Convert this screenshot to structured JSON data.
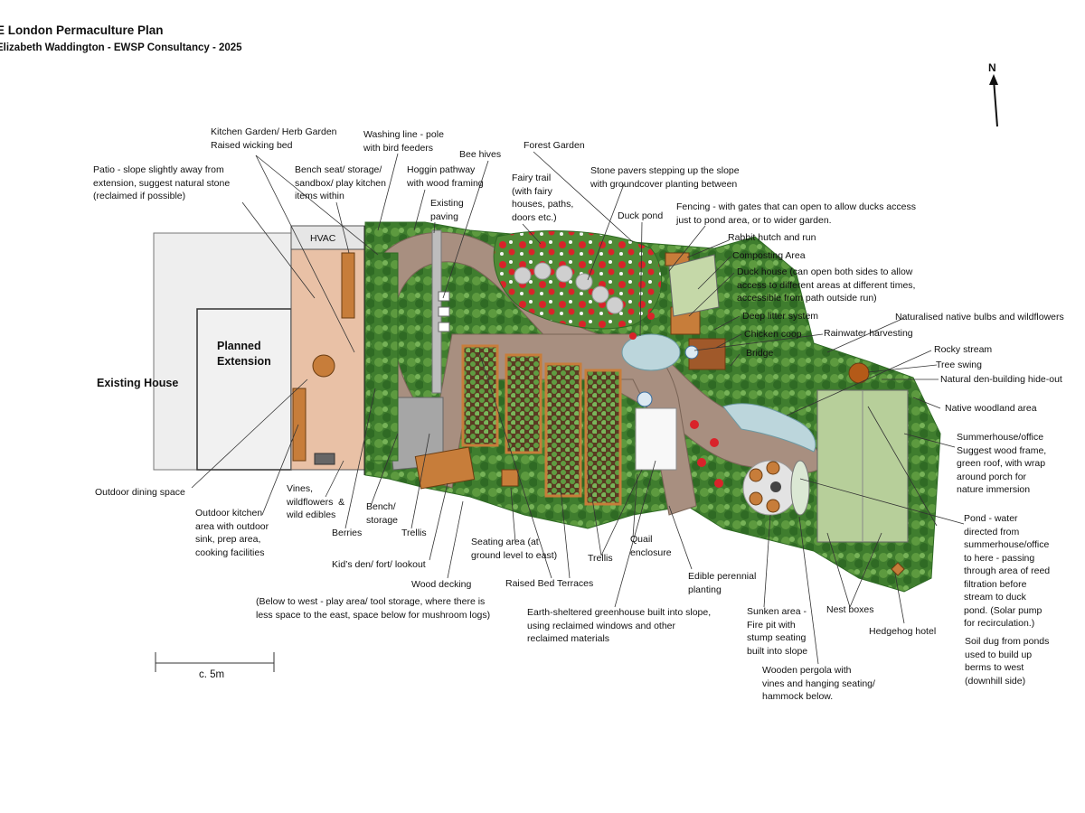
{
  "title": "E London Permaculture Plan",
  "subtitle": "Elizabeth Waddington - EWSP Consultancy - 2025",
  "north": "N",
  "scale_label": "c. 5m",
  "areas": {
    "existing_house": "Existing House",
    "planned_extension": "Planned\nExtension",
    "hvac": "HVAC"
  },
  "labels": {
    "patio": "Patio - slope slightly away from\nextension, suggest natural stone\n(reclaimed if possible)",
    "kitchen_garden": "Kitchen Garden/ Herb Garden\nRaised wicking bed",
    "washing_line": "Washing line - pole\nwith bird feeders",
    "bench_seat": "Bench seat/ storage/\nsandbox/ play kitchen\nitems within",
    "hoggin": "Hoggin pathway\nwith wood framing",
    "existing_paving": "Existing\npaving",
    "bee_hives": "Bee hives",
    "fairy_trail": "Fairy trail\n(with fairy\nhouses, paths,\ndoors etc.)",
    "forest_garden": "Forest Garden",
    "stone_pavers": "Stone pavers stepping up the slope\nwith groundcover planting between",
    "duck_pond": "Duck pond",
    "fencing": "Fencing - with gates that can open to allow ducks access\njust to pond area, or to wider garden.",
    "rabbit_hutch": "Rabbit hutch and run",
    "composting": "Composting Area",
    "duck_house": "Duck house (can open both sides to allow\naccess to different areas at different times,\naccessible from path outside run)",
    "deep_litter": "Deep litter system",
    "naturalised_bulbs": "Naturalised native bulbs and wildflowers",
    "chicken_coop": "Chicken coop",
    "rainwater": "Rainwater harvesting",
    "bridge": "Bridge",
    "rocky_stream": "Rocky stream",
    "tree_swing": "Tree swing",
    "den_hideout": "Natural den-building hide-out",
    "native_woodland": "Native woodland area",
    "summerhouse": "Summerhouse/office\nSuggest wood frame,\ngreen roof, with wrap\naround porch for\nnature immersion",
    "outdoor_dining": "Outdoor dining space",
    "outdoor_kitchen": "Outdoor kitchen\narea with outdoor\nsink, prep area,\ncooking facilities",
    "vines": "Vines,\nwildflowers  &\nwild edibles",
    "berries": "Berries",
    "bench_storage": "Bench/\nstorage",
    "trellis_1": "Trellis",
    "trellis_2": "Trellis",
    "kids_den": "Kid’s den/ fort/ lookout",
    "seating_area": "Seating area (at\nground level to east)",
    "wood_decking": "Wood decking",
    "raised_beds": "Raised Bed Terraces",
    "quail": "Quail\nenclosure",
    "edible_perennial": "Edible perennial\nplanting",
    "below_west": "(Below to west - play area/ tool storage, where there is\nless space to the east, space below for mushroom logs)",
    "greenhouse": "Earth-sheltered greenhouse built into slope,\nusing reclaimed windows and other\nreclaimed materials",
    "sunken_area": "Sunken area -\nFire pit with\nstump seating\nbuilt into slope",
    "nest_boxes": "Nest boxes",
    "hedgehog": "Hedgehog hotel",
    "pond": "Pond - water\ndirected from\nsummerhouse/office\nto here - passing\nthrough area of reed\nfiltration before\nstream to duck\npond. (Solar pump\nfor recirculation.)",
    "pergola": "Wooden pergola with\nvines and hanging seating/\nhammock below.",
    "soil_dug": "Soil dug from ponds\nused to build up\nberms to west\n(downhill side)"
  },
  "colors": {
    "hedge": "#3f7d2e",
    "hedge_light": "#6aa84f",
    "path": "#a88f80",
    "patio": "#e9c1a6",
    "wood": "#c77d3a",
    "flower": "#d9232a",
    "summerhouse": "#b7cf9a",
    "water": "#bcd6dc"
  }
}
